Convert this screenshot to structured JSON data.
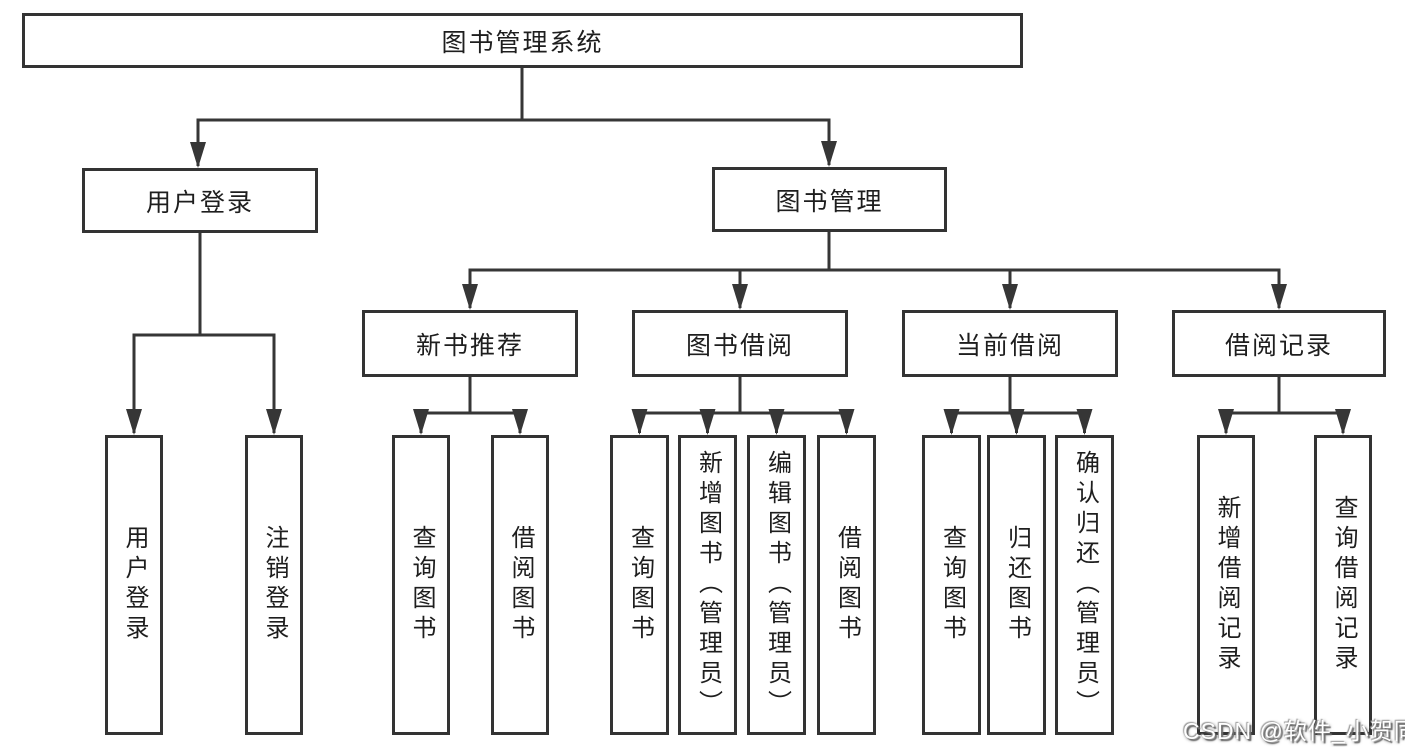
{
  "diagram": {
    "title": "图书管理系统",
    "root": {
      "label": "图书管理系统",
      "children": [
        {
          "label": "用户登录",
          "children": [
            {
              "label": "用户登录"
            },
            {
              "label": "注销登录"
            }
          ]
        },
        {
          "label": "图书管理",
          "children": [
            {
              "label": "新书推荐",
              "children": [
                {
                  "label": "查询图书"
                },
                {
                  "label": "借阅图书"
                }
              ]
            },
            {
              "label": "图书借阅",
              "children": [
                {
                  "label": "查询图书"
                },
                {
                  "label": "新增图书（管理员）"
                },
                {
                  "label": "编辑图书（管理员）"
                },
                {
                  "label": "借阅图书"
                }
              ]
            },
            {
              "label": "当前借阅",
              "children": [
                {
                  "label": "查询图书"
                },
                {
                  "label": "归还图书"
                },
                {
                  "label": "确认归还（管理员）"
                }
              ]
            },
            {
              "label": "借阅记录",
              "children": [
                {
                  "label": "新增借阅记录"
                },
                {
                  "label": "查询借阅记录"
                }
              ]
            }
          ]
        }
      ]
    }
  },
  "watermark": {
    "text": "CSDN @软件_小贺同学"
  },
  "colors": {
    "line": "#363636",
    "box_border": "#333333",
    "text": "#1e1e1e",
    "background": "#ffffff",
    "watermark_fill": "#ffffff",
    "watermark_shadow": "#6e6e6e"
  }
}
